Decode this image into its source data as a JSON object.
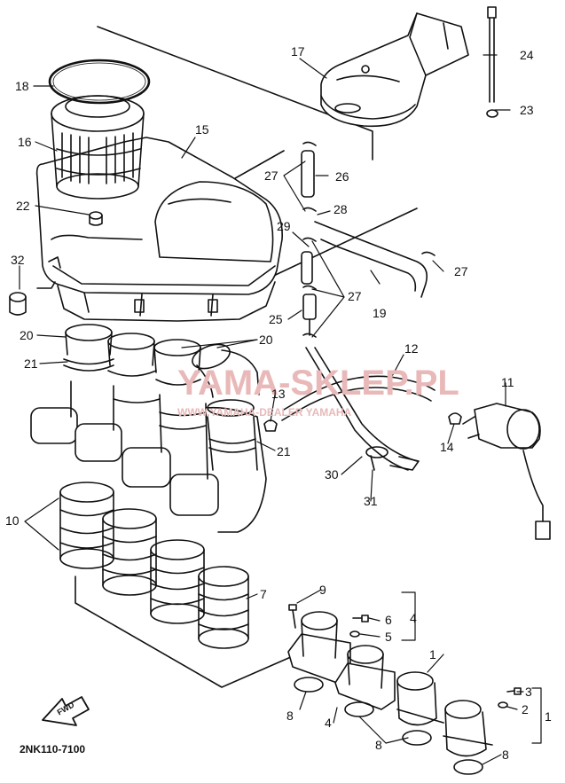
{
  "diagram": {
    "code": "2NK110-7100",
    "fwd_label": "FWD",
    "watermark_main": "YAMA-SKLEP.PL",
    "watermark_sub": "WWW.YAMAHA-DEALER YAMAHA",
    "part_labels": [
      "1",
      "1",
      "2",
      "3",
      "4",
      "4",
      "5",
      "6",
      "7",
      "8",
      "8",
      "8",
      "9",
      "10",
      "11",
      "12",
      "13",
      "14",
      "15",
      "16",
      "17",
      "18",
      "19",
      "20",
      "20",
      "21",
      "21",
      "22",
      "23",
      "24",
      "25",
      "26",
      "27",
      "27",
      "27",
      "28",
      "29",
      "30",
      "31",
      "32"
    ]
  }
}
